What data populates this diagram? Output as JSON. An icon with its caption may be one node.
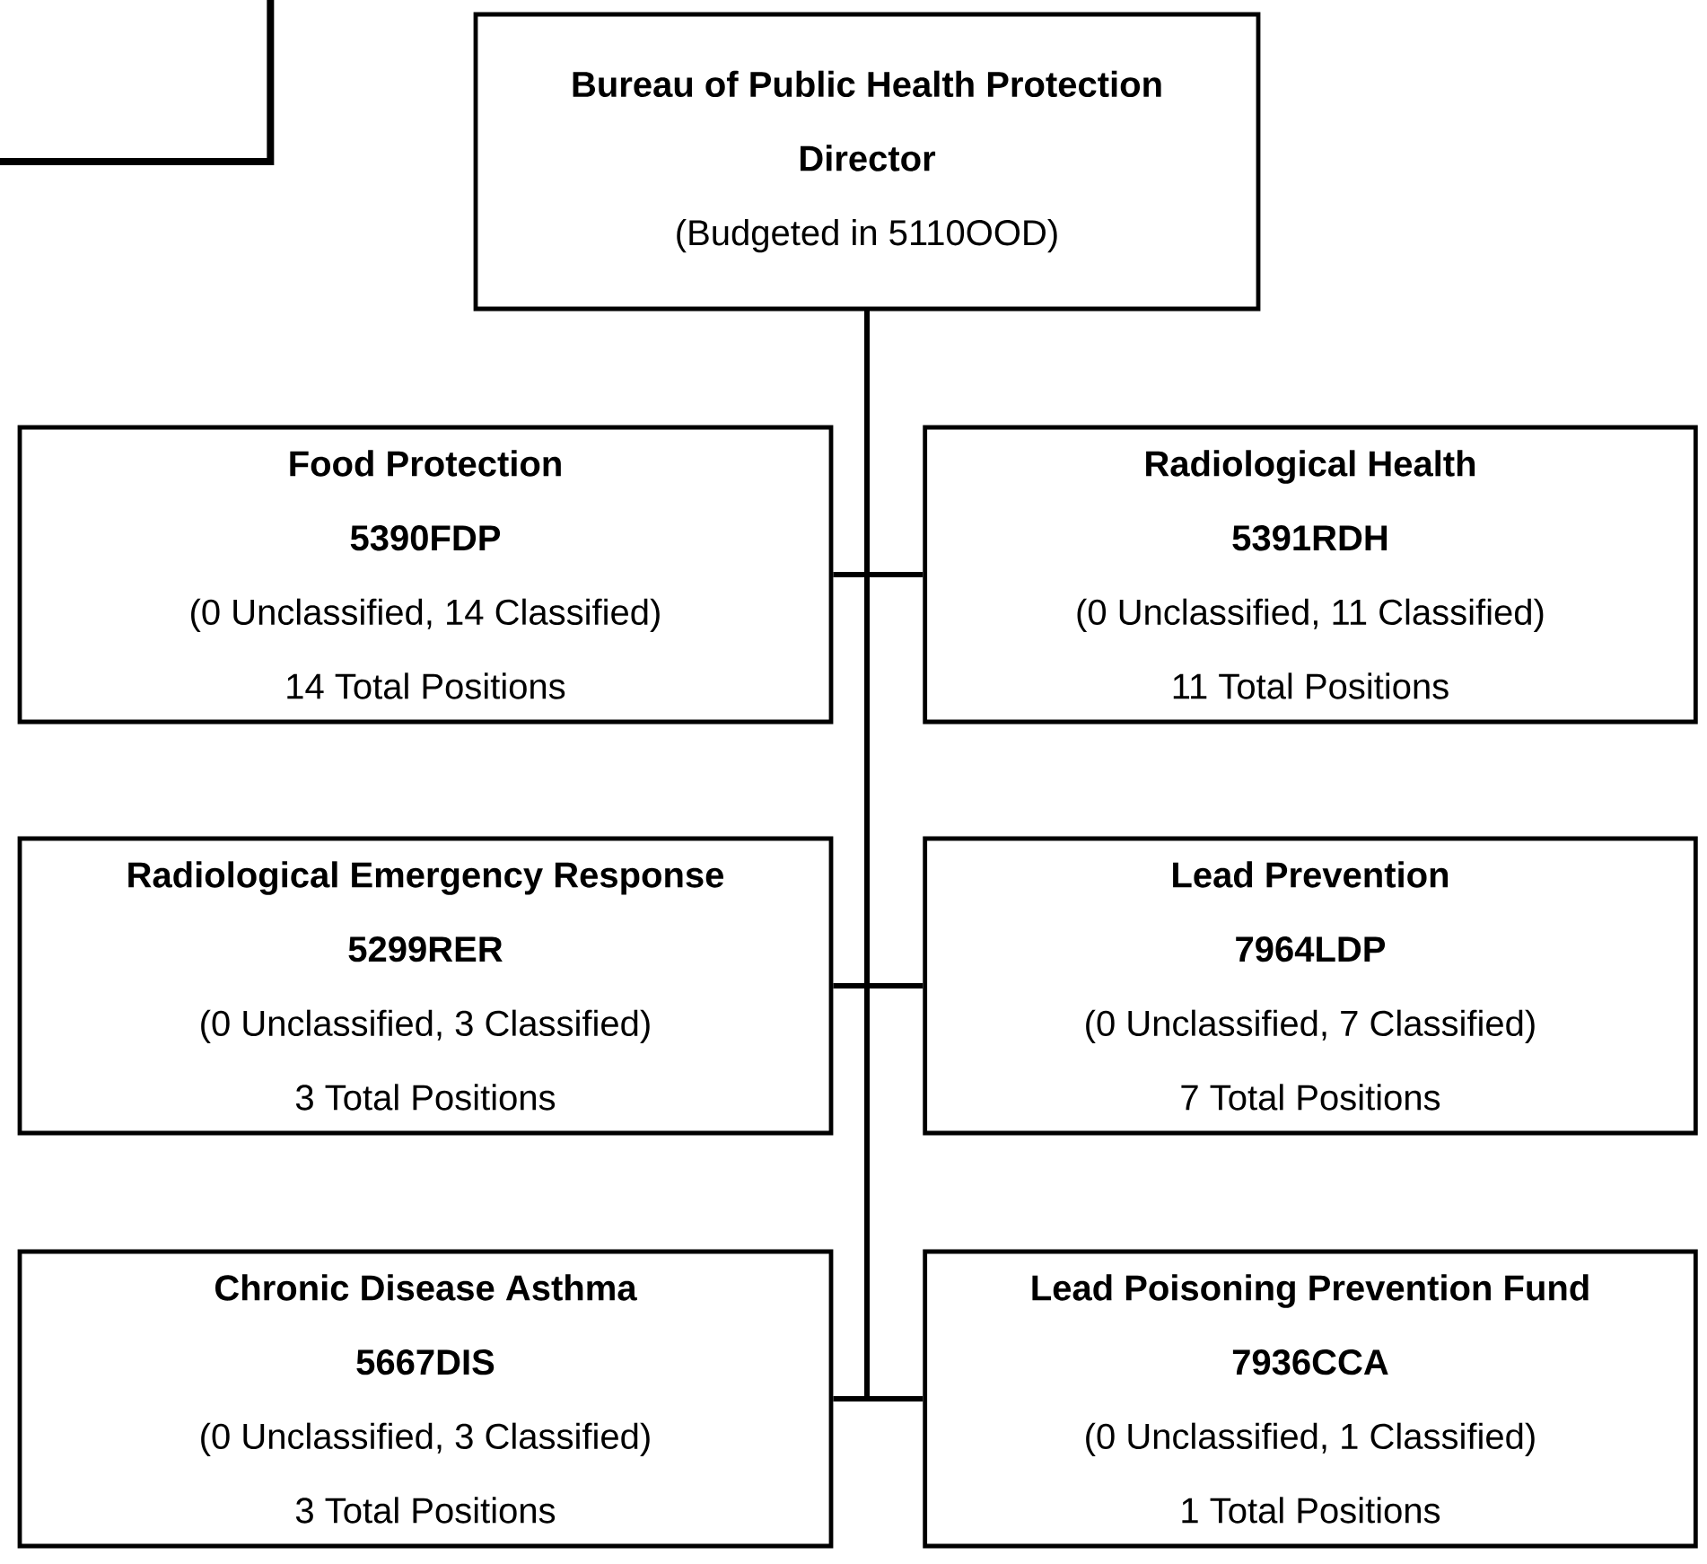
{
  "diagram": {
    "nodes": [
      {
        "text": [
          "Bureau of Public Health Protection",
          "Director",
          "(Budgeted in 5110OOD)"
        ]
      },
      {
        "text": [
          "Food Protection",
          "5390FDP",
          "(0 Unclassified, 14 Classified)",
          "14 Total Positions"
        ]
      },
      {
        "text": [
          "Radiological Health",
          "5391RDH",
          "(0 Unclassified, 11 Classified)",
          "11 Total Positions"
        ]
      },
      {
        "text": [
          "Radiological Emergency Response",
          "5299RER",
          "(0 Unclassified, 3 Classified)",
          "3 Total Positions"
        ]
      },
      {
        "text": [
          "Lead Prevention",
          "7964LDP",
          "(0 Unclassified, 7 Classified)",
          "7 Total Positions"
        ]
      },
      {
        "text": [
          "Chronic Disease Asthma",
          "5667DIS",
          "(0 Unclassified, 3 Classified)",
          "3 Total Positions"
        ]
      },
      {
        "text": [
          "Lead Poisoning Prevention Fund",
          "7936CCA",
          "(0 Unclassified, 1 Classified)",
          "1 Total Positions"
        ]
      },
      {
        "text": [],
        "shape": "box"
      }
    ],
    "edges": [
      {
        "from": 0,
        "to": 1,
        "arrow": "none"
      },
      {
        "from": 0,
        "to": 2,
        "arrow": "none"
      },
      {
        "from": 0,
        "to": 3,
        "arrow": "none"
      },
      {
        "from": 0,
        "to": 4,
        "arrow": "none"
      },
      {
        "from": 0,
        "to": 5,
        "arrow": "none"
      },
      {
        "from": 0,
        "to": 6,
        "arrow": "none"
      }
    ]
  }
}
